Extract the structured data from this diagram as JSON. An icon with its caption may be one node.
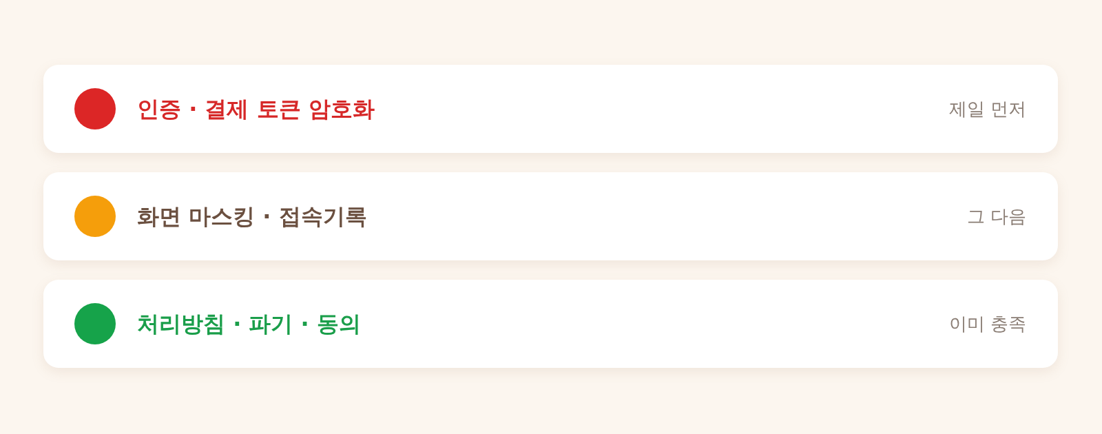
{
  "diagram": {
    "nodes": [
      {
        "text": [
          "인증 · 결제 토큰 암호화",
          "제일 먼저"
        ]
      },
      {
        "text": [
          "화면 마스킹 · 접속기록",
          "그 다음"
        ]
      },
      {
        "text": [
          "처리방침 · 파기 · 동의",
          "이미 충족"
        ]
      }
    ]
  }
}
